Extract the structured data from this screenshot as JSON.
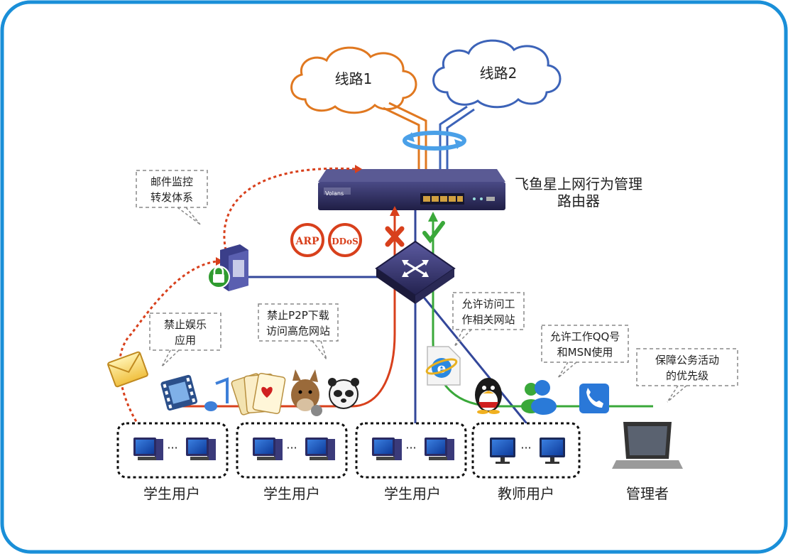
{
  "lines": {
    "line1": "线路1",
    "line2": "线路2"
  },
  "router": {
    "brand": "Volans",
    "title_line1": "飞鱼星上网行为管理",
    "title_line2": "路由器"
  },
  "threats": {
    "arp": "ARP",
    "ddos": "DDoS"
  },
  "notes": {
    "mail": [
      "邮件监控",
      "转发体系"
    ],
    "entertainment": [
      "禁止娱乐",
      "应用"
    ],
    "p2p": [
      "禁止P2P下载",
      "访问高危网站"
    ],
    "work_sites": [
      "允许访问工",
      "作相关网站"
    ],
    "qq_msn": [
      "允许工作QQ号",
      "和MSN使用"
    ],
    "priority": [
      "保障公务活动",
      "的优先级"
    ]
  },
  "groups": {
    "student1": "学生用户",
    "student2": "学生用户",
    "student3": "学生用户",
    "teacher": "教师用户",
    "admin": "管理者"
  },
  "colors": {
    "frame": "#1a8fd8",
    "line1": "#e07820",
    "line2": "#3c63b8",
    "red_path": "#d8401c",
    "green_path": "#3aa83a",
    "blue_path": "#33479a",
    "device": "#2e2d5c"
  }
}
